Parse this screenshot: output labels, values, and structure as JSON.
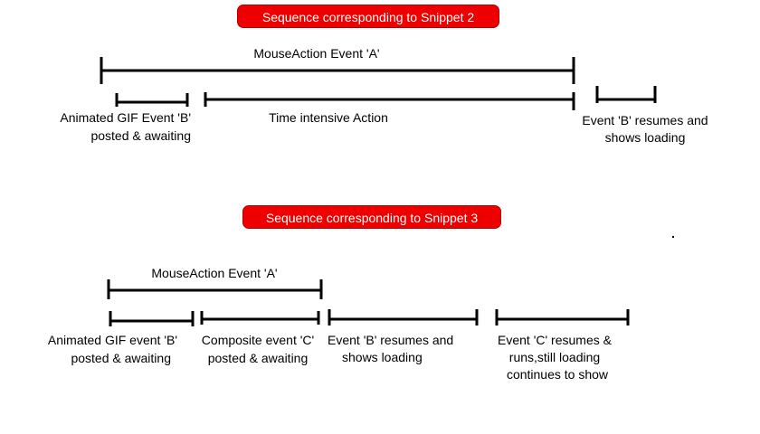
{
  "snippet2": {
    "title": "Sequence corresponding to Snippet 2",
    "mouse_action": "MouseAction Event 'A'",
    "time_intensive": "Time intensive Action",
    "gif_event_line1": "Animated GIF Event 'B'",
    "gif_event_line2": "posted & awaiting",
    "event_b_line1": "Event 'B' resumes and",
    "event_b_line2": "shows loading"
  },
  "snippet3": {
    "title": "Sequence corresponding to Snippet 3",
    "mouse_action": "MouseAction Event 'A'",
    "gif_event_line1": "Animated GIF event 'B'",
    "gif_event_line2": "posted & awaiting",
    "composite_line1": "Composite event 'C'",
    "composite_line2": "posted & awaiting",
    "event_b_line1": "Event  'B' resumes and",
    "event_b_line2": "shows loading",
    "event_c_line1": "Event  'C' resumes &",
    "event_c_line2": "runs,still loading",
    "event_c_line3": "continues to show"
  },
  "colors": {
    "banner": "#ee0000",
    "banner_text": "#ffffff",
    "line": "#000000"
  }
}
